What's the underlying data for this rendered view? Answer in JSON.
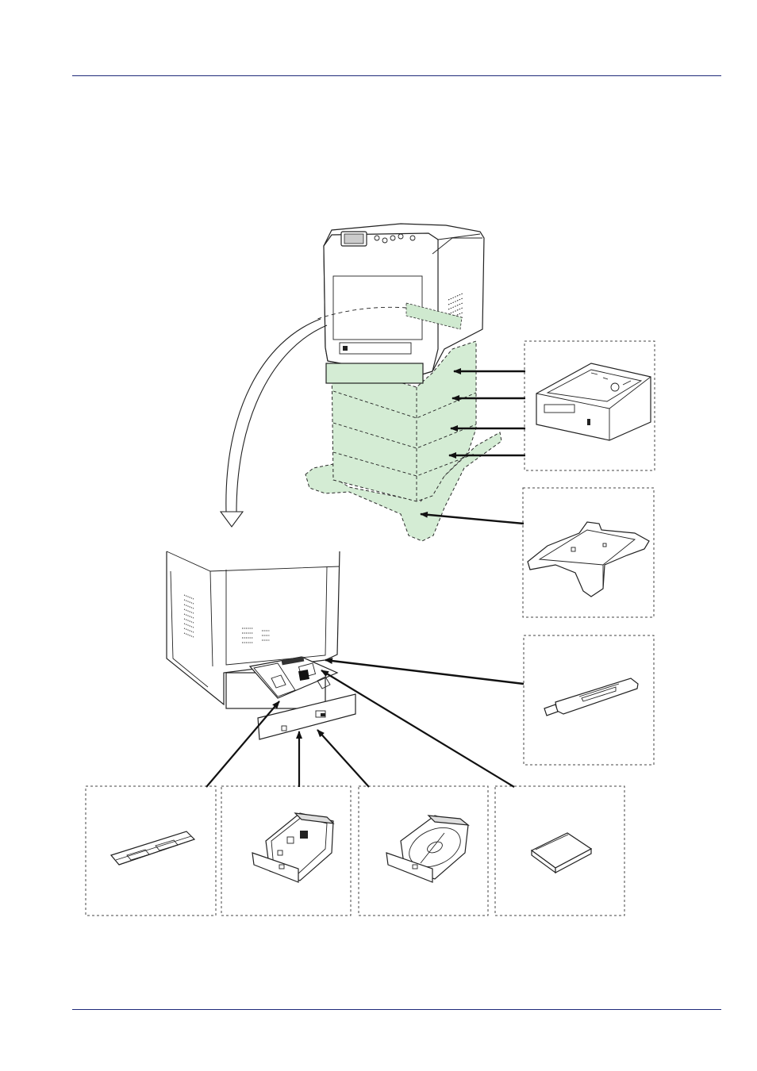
{
  "page": {
    "rule_color": "#1f2a7a",
    "background": "#ffffff"
  },
  "colors": {
    "option_fill": "#d4ecd4",
    "line": "#111111"
  },
  "figure": {
    "components": [
      {
        "id": "printer-top",
        "icon": "printer-icon"
      },
      {
        "id": "printer-rear",
        "icon": "printer-rear-icon"
      },
      {
        "id": "paper-feeder",
        "icon": "paper-feeder-icon"
      },
      {
        "id": "expander",
        "icon": "expander-base-icon"
      },
      {
        "id": "usb-memory",
        "icon": "usb-memory-icon"
      },
      {
        "id": "memory-module",
        "icon": "memory-module-icon"
      },
      {
        "id": "network-card",
        "icon": "network-card-icon"
      },
      {
        "id": "hard-disk",
        "icon": "hard-disk-icon"
      },
      {
        "id": "compact-flash",
        "icon": "compact-flash-icon"
      }
    ]
  }
}
